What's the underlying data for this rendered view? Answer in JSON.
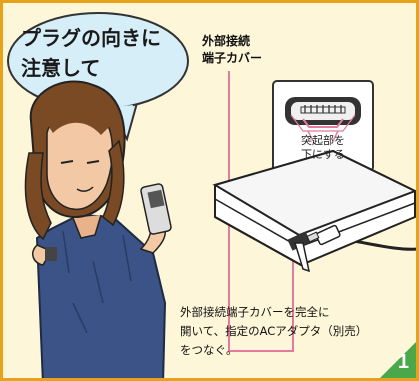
{
  "speech_bubble": {
    "lines": [
      "プラグの向きに",
      "注意して"
    ]
  },
  "callout_label": {
    "lines": [
      "外部接続",
      "端子カバー"
    ]
  },
  "magnifier_label": {
    "lines": [
      "突起部を",
      "下にする"
    ]
  },
  "instruction": {
    "lines": [
      "外部接続端子カバーを完全に",
      "開いて、指定のACアダプタ（別売）",
      "をつなぐ。"
    ]
  },
  "step_badge": {
    "number": "1"
  },
  "colors": {
    "border": "#e8a21a",
    "background": "#fdf6d8",
    "bubble": "#d6eef8",
    "callout_line": "#e47aa0",
    "badge": "#4aa84a"
  }
}
